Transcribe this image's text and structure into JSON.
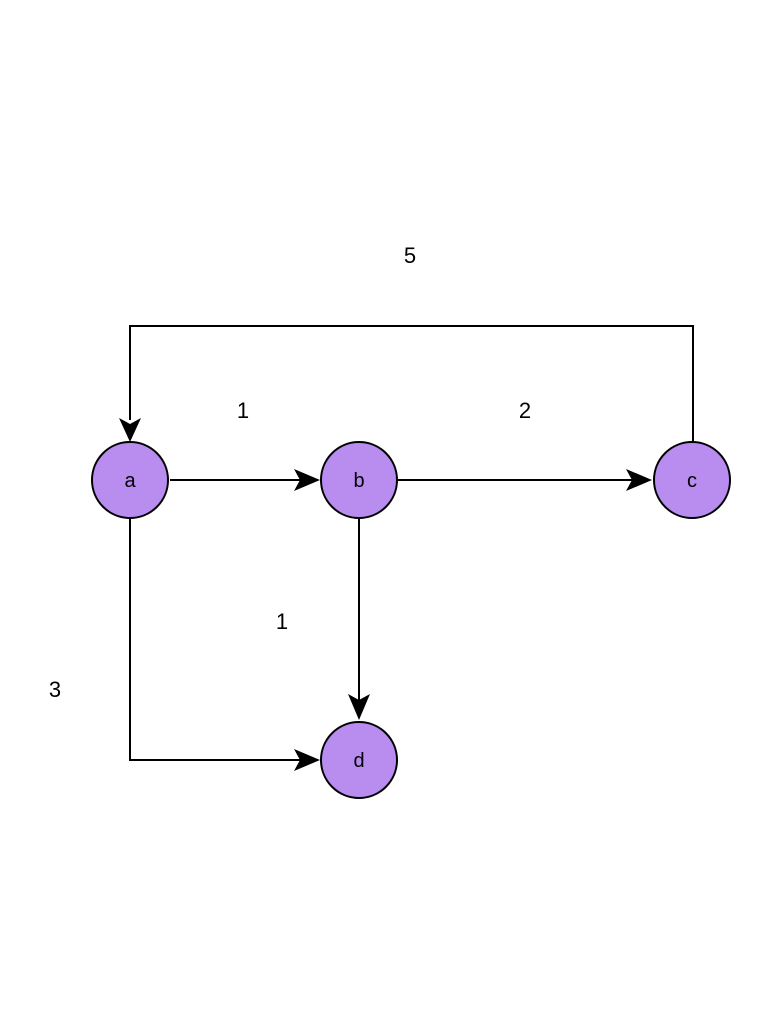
{
  "nodes": [
    {
      "id": "a",
      "label": "a"
    },
    {
      "id": "b",
      "label": "b"
    },
    {
      "id": "c",
      "label": "c"
    },
    {
      "id": "d",
      "label": "d"
    }
  ],
  "edges": [
    {
      "from": "a",
      "to": "b",
      "weight": "1"
    },
    {
      "from": "b",
      "to": "c",
      "weight": "2"
    },
    {
      "from": "c",
      "to": "a",
      "weight": "5"
    },
    {
      "from": "b",
      "to": "d",
      "weight": "1"
    },
    {
      "from": "a",
      "to": "d",
      "weight": "3"
    }
  ],
  "colors": {
    "node_fill": "#b98cf0",
    "stroke": "#000000"
  }
}
